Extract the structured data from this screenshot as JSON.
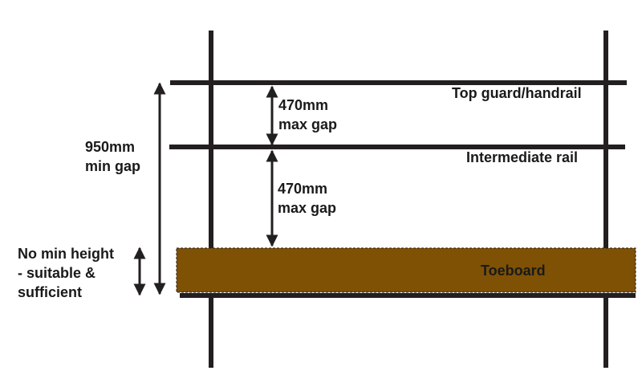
{
  "labels": {
    "top_rail": "Top guard/handrail",
    "intermediate_rail": "Intermediate rail",
    "toeboard": "Toeboard",
    "gap_upper_1": "470mm",
    "gap_upper_2": "max gap",
    "gap_lower_1": "470mm",
    "gap_lower_2": "max gap",
    "overall_1": "950mm",
    "overall_2": "min gap",
    "toe_1": "No min height",
    "toe_2": "- suitable &",
    "toe_3": "sufficient"
  },
  "colors": {
    "structure": "#231f20",
    "toeboard": "#7f5104",
    "text": "#1a1a1a"
  }
}
